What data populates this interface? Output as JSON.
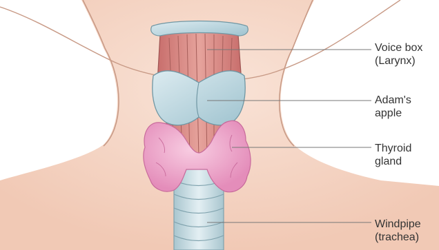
{
  "labels": [
    {
      "id": "voice-box",
      "line1": "Voice box",
      "line2": "(Larynx)"
    },
    {
      "id": "adams-apple",
      "line1": "Adam's",
      "line2": "apple"
    },
    {
      "id": "thyroid-gland",
      "line1": "Thyroid",
      "line2": "gland"
    },
    {
      "id": "windpipe",
      "line1": "Windpipe",
      "line2": "(trachea)"
    }
  ],
  "colors": {
    "skin": "#f4d3c2",
    "skin_outline": "#c89a86",
    "muscle": "#d98b86",
    "cartilage": "#bfd8e0",
    "thyroid": "#efa7cb",
    "leader_line": "#777777"
  }
}
